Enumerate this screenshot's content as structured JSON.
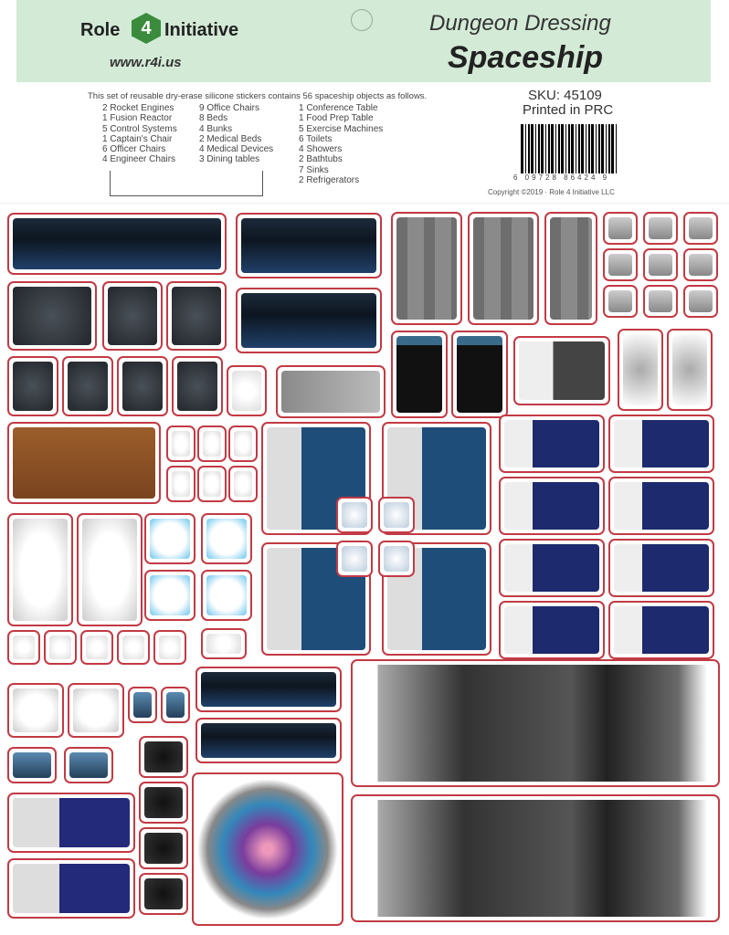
{
  "header": {
    "brand_left": "Role",
    "brand_number": "4",
    "brand_right": "Initiative",
    "url": "www.r4i.us",
    "title_line1": "Dungeon Dressing",
    "title_line2": "Spaceship"
  },
  "info": {
    "intro": "This set of reusable dry-erase silicone stickers contains 56 spaceship objects as follows.",
    "columns": [
      [
        "2 Rocket Engines",
        "1 Fusion Reactor",
        "5 Control Systems",
        "1 Captain's Chair",
        "6 Officer Chairs",
        "4 Engineer Chairs"
      ],
      [
        "9 Office Chairs",
        "8 Beds",
        "4 Bunks",
        "2 Medical Beds",
        "4 Medical Devices",
        "3 Dining tables"
      ],
      [
        "1 Conference Table",
        "1 Food Prep Table",
        "5 Exercise Machines",
        "6 Toilets",
        "4 Showers",
        "2 Bathtubs",
        "7 Sinks",
        "2 Refrigerators"
      ]
    ],
    "sku": "SKU: 45109",
    "printed": "Printed in PRC",
    "barcode_number": "6 09728 86424 9",
    "copyright": "Copyright ©2019 · Role 4 Initiative LLC"
  },
  "colors": {
    "header_bg": "#d3ead6",
    "sticker_border": "#c23a44",
    "brand_green": "#3a8c3c"
  }
}
